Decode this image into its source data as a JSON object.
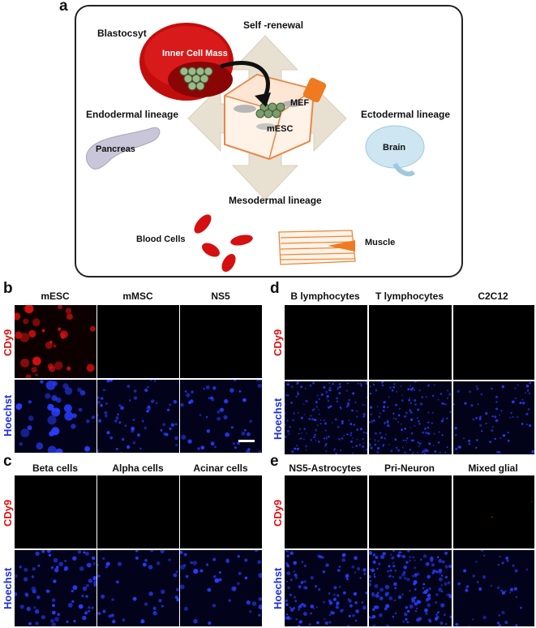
{
  "panel_letters": {
    "a": "a",
    "b": "b",
    "c": "c",
    "d": "d",
    "e": "e"
  },
  "diagram": {
    "blastocyst": "Blastocsyt",
    "inner_cell_mass": "Inner Cell Mass",
    "self_renewal": "Self -renewal",
    "endodermal": "Endodermal lineage",
    "ectodermal": "Ectodermal lineage",
    "mesodermal": "Mesodermal lineage",
    "mef": "MEF",
    "mesc": "mESC",
    "pancreas": "Pancreas",
    "brain": "Brain",
    "blood_cells": "Blood Cells",
    "muscle": "Muscle"
  },
  "row_labels": {
    "cdy9": "CDy9",
    "hoechst": "Hoechst"
  },
  "panel_b": {
    "cols": [
      "mESC",
      "mMSC",
      "NS5"
    ]
  },
  "panel_c": {
    "cols": [
      "Beta cells",
      "Alpha cells",
      "Acinar cells"
    ]
  },
  "panel_d": {
    "cols": [
      "B lymphocytes",
      "T lymphocytes",
      "C2C12"
    ]
  },
  "panel_e": {
    "cols": [
      "NS5-Astrocytes",
      "Pri-Neuron",
      "Mixed glial"
    ]
  },
  "colors": {
    "cdy9_text": "#e01010",
    "hoechst_text": "#2030e0",
    "hoechst_stain": "#2a3cff",
    "cdy9_stain": "#d01010",
    "lineage_arrows": "#e6dfcf",
    "orange": "#f07a20"
  }
}
